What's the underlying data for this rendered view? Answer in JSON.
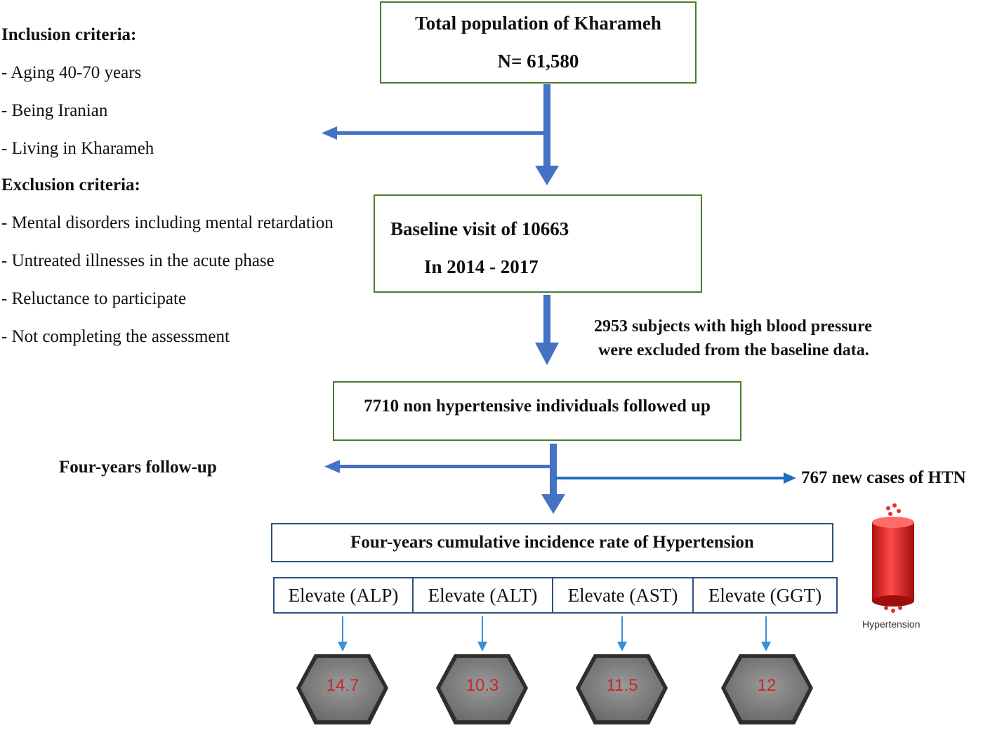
{
  "inclusion": {
    "title": "Inclusion criteria:",
    "items": [
      "- Aging 40-70 years",
      "- Being Iranian",
      "- Living in Kharameh"
    ]
  },
  "exclusion": {
    "title": "Exclusion criteria:",
    "items": [
      "- Mental disorders including mental retardation",
      "- Untreated illnesses in the acute phase",
      "- Reluctance to participate",
      "- Not completing the assessment"
    ]
  },
  "total_box": {
    "line1": "Total population of Kharameh",
    "line2": "N= 61,580"
  },
  "baseline_box": {
    "line1": "Baseline visit of 10663",
    "line2": "In 2014 - 2017"
  },
  "excluded_note": {
    "line1": "2953 subjects with high blood pressure",
    "line2": "were excluded from the baseline data."
  },
  "followup_box": {
    "label": "7710 non hypertensive individuals followed up"
  },
  "followup_label": "Four-years follow-up",
  "new_cases": "767 new cases of HTN",
  "incidence_box": {
    "label": "Four-years cumulative incidence rate of Hypertension"
  },
  "enzymes": [
    {
      "label": "Elevate (ALP)",
      "value": "14.7"
    },
    {
      "label": "Elevate (ALT)",
      "value": "10.3"
    },
    {
      "label": "Elevate (AST)",
      "value": "11.5"
    },
    {
      "label": "Elevate (GGT)",
      "value": "12"
    }
  ],
  "hypertension_icon_label": "Hypertension",
  "colors": {
    "arrow": "#4472c4",
    "box_border": "#4a7a2e",
    "value_text": "#c62828",
    "hexagon": "#8c8c8c",
    "person": "#2aa0c0",
    "cylinder": "#e02020"
  }
}
